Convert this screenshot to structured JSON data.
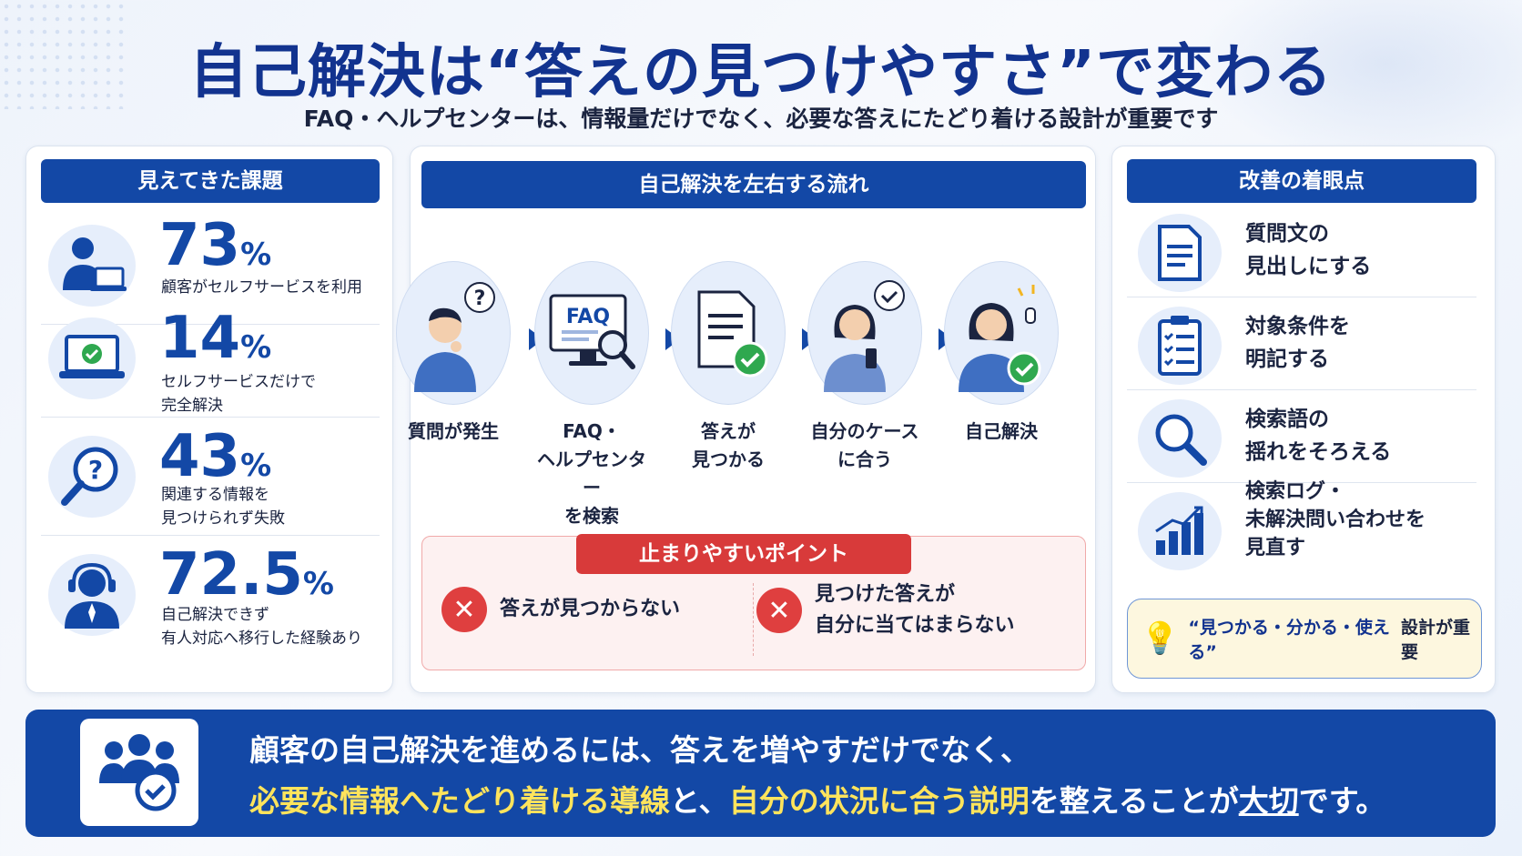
{
  "header": {
    "title": "自己解決は“答えの見つけやすさ”で変わる",
    "subtitle": "FAQ・ヘルプセンターは、情報量だけでなく、必要な答えにたどり着ける設計が重要です"
  },
  "left": {
    "heading": "見えてきた課題",
    "stats": [
      {
        "value": "73",
        "unit": "%",
        "desc1": "顧客がセルフサービスを利用",
        "desc2": "",
        "icon": "person-laptop-icon"
      },
      {
        "value": "14",
        "unit": "%",
        "desc1": "セルフサービスだけで",
        "desc2": "完全解決",
        "icon": "laptop-check-icon"
      },
      {
        "value": "43",
        "unit": "%",
        "desc1": "関連する情報を",
        "desc2": "見つけられず失敗",
        "icon": "search-question-icon"
      },
      {
        "value": "72.5",
        "unit": "%",
        "desc1": "自己解決できず",
        "desc2": "有人対応へ移行した経験あり",
        "icon": "headset-operator-icon"
      }
    ]
  },
  "middle": {
    "heading": "自己解決を左右する流れ",
    "steps": [
      {
        "l1": "質問が発生",
        "l2": "",
        "l3": ""
      },
      {
        "l1": "FAQ・",
        "l2": "ヘルプセンター",
        "l3": "を検索"
      },
      {
        "l1": "答えが",
        "l2": "見つかる",
        "l3": ""
      },
      {
        "l1": "自分のケース",
        "l2": "に合う",
        "l3": ""
      },
      {
        "l1": "自己解決",
        "l2": "",
        "l3": ""
      }
    ],
    "monitor_label": "FAQ",
    "stop": {
      "heading": "止まりやすいポイント",
      "items": [
        {
          "l1": "答えが見つからない",
          "l2": ""
        },
        {
          "l1": "見つけた答えが",
          "l2": "自分に当てはまらない"
        }
      ]
    }
  },
  "right": {
    "heading": "改善の着眼点",
    "tips": [
      {
        "l1": "質問文の",
        "l2": "見出しにする",
        "l3": "",
        "icon": "document-icon"
      },
      {
        "l1": "対象条件を",
        "l2": "明記する",
        "l3": "",
        "icon": "checklist-icon"
      },
      {
        "l1": "検索語の",
        "l2": "揺れをそろえる",
        "l3": "",
        "icon": "magnifier-icon"
      },
      {
        "l1": "検索ログ・",
        "l2": "未解決問い合わせを",
        "l3": "見直す",
        "icon": "bar-chart-icon"
      }
    ],
    "callout": {
      "em": "“見つかる・分かる・使える”",
      "rest": "設計が重要"
    }
  },
  "banner": {
    "line1": "顧客の自己解決を進めるには、答えを増やすだけでなく、",
    "line2_a": "必要な情報へたどり着ける導線",
    "line2_b": "と、",
    "line2_c": "自分の状況に合う説明",
    "line2_d": "を整えることが",
    "line2_e": "大切",
    "line2_f": "です。"
  },
  "colors": {
    "primary": "#1348a6",
    "accent_red": "#df3f3f",
    "highlight": "#ffe45c",
    "check_green": "#2fa84f"
  }
}
